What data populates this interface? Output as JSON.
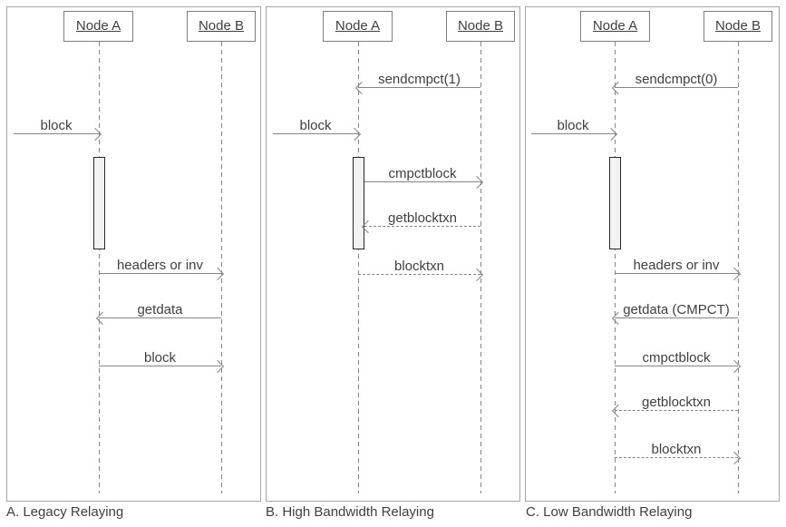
{
  "colors": {
    "background": "#ffffff",
    "panel_border": "#a6a6a6",
    "node_border": "#7f7f7f",
    "line": "#858585",
    "text": "#404040",
    "activation_fill": "#f2f2f2",
    "activation_border": "#262626"
  },
  "panels": [
    {
      "caption": "A. Legacy Relaying",
      "nodes": {
        "a": "Node A",
        "b": "Node B"
      },
      "messages": [
        {
          "label": "block",
          "from": "external",
          "to": "node-a",
          "style": "solid"
        },
        {
          "label": "headers or inv",
          "from": "node-a",
          "to": "node-b",
          "style": "solid"
        },
        {
          "label": "getdata",
          "from": "node-b",
          "to": "node-a",
          "style": "solid"
        },
        {
          "label": "block",
          "from": "node-a",
          "to": "node-b",
          "style": "solid"
        }
      ]
    },
    {
      "caption": "B. High Bandwidth Relaying",
      "nodes": {
        "a": "Node A",
        "b": "Node B"
      },
      "messages": [
        {
          "label": "sendcmpct(1)",
          "from": "node-b",
          "to": "node-a",
          "style": "solid"
        },
        {
          "label": "block",
          "from": "external",
          "to": "node-a",
          "style": "solid"
        },
        {
          "label": "cmpctblock",
          "from": "node-a",
          "to": "node-b",
          "style": "solid"
        },
        {
          "label": "getblocktxn",
          "from": "node-b",
          "to": "node-a",
          "style": "dashed"
        },
        {
          "label": "blocktxn",
          "from": "node-a",
          "to": "node-b",
          "style": "dashed"
        }
      ]
    },
    {
      "caption": "C. Low Bandwidth Relaying",
      "nodes": {
        "a": "Node A",
        "b": "Node B"
      },
      "messages": [
        {
          "label": "sendcmpct(0)",
          "from": "node-b",
          "to": "node-a",
          "style": "solid"
        },
        {
          "label": "block",
          "from": "external",
          "to": "node-a",
          "style": "solid"
        },
        {
          "label": "headers or inv",
          "from": "node-a",
          "to": "node-b",
          "style": "solid"
        },
        {
          "label": "getdata (CMPCT)",
          "from": "node-b",
          "to": "node-a",
          "style": "solid"
        },
        {
          "label": "cmpctblock",
          "from": "node-a",
          "to": "node-b",
          "style": "solid"
        },
        {
          "label": "getblocktxn",
          "from": "node-b",
          "to": "node-a",
          "style": "dashed"
        },
        {
          "label": "blocktxn",
          "from": "node-a",
          "to": "node-b",
          "style": "dashed"
        }
      ]
    }
  ]
}
